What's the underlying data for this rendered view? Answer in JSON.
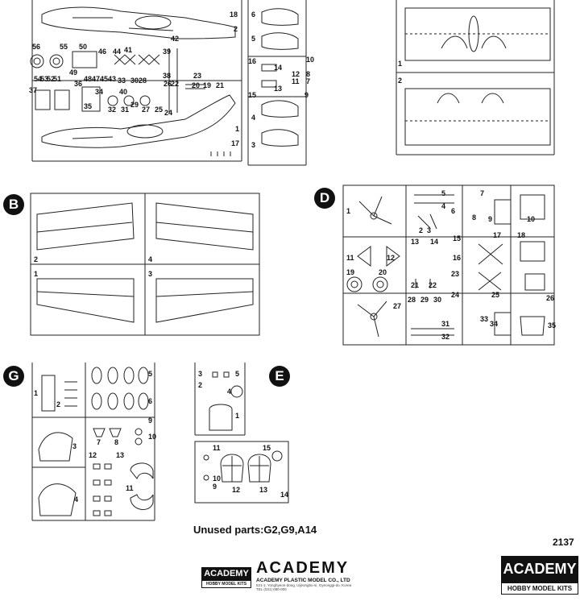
{
  "sprues": {
    "top_left": {
      "labels": [
        "18",
        "2",
        "6",
        "5",
        "10",
        "16",
        "14",
        "8",
        "12",
        "11",
        "7",
        "13",
        "15",
        "9",
        "4",
        "1",
        "17",
        "3",
        "42",
        "56",
        "55",
        "50",
        "46",
        "44",
        "41",
        "39",
        "54",
        "53",
        "52",
        "51",
        "49",
        "48",
        "47",
        "45",
        "43",
        "33",
        "38",
        "37",
        "36",
        "40",
        "30",
        "28",
        "22",
        "26",
        "23",
        "21",
        "20",
        "19",
        "35",
        "32",
        "31",
        "29",
        "27",
        "25",
        "24",
        "34"
      ]
    },
    "top_right": {
      "labels": [
        "1",
        "2"
      ]
    },
    "B": {
      "letter": "B",
      "labels": [
        "2",
        "4",
        "1",
        "3"
      ]
    },
    "D": {
      "letter": "D",
      "labels": [
        "1",
        "5",
        "4",
        "3",
        "2",
        "7",
        "6",
        "8",
        "9",
        "10",
        "11",
        "12",
        "13",
        "14",
        "15",
        "16",
        "17",
        "18",
        "19",
        "20",
        "21",
        "22",
        "23",
        "24",
        "25",
        "26",
        "27",
        "28",
        "29",
        "30",
        "31",
        "32",
        "33",
        "34",
        "35"
      ]
    },
    "G": {
      "letter": "G",
      "labels": [
        "1",
        "2",
        "5",
        "6",
        "3",
        "9",
        "10",
        "7",
        "8",
        "4",
        "12",
        "13",
        "11"
      ]
    },
    "E": {
      "letter": "E",
      "labels": [
        "3",
        "5",
        "2",
        "4",
        "1",
        "11",
        "15",
        "10",
        "9",
        "12",
        "13",
        "14"
      ]
    }
  },
  "footer": {
    "unused_parts": "Unused parts:G2,G9,A14",
    "kit_code": "2137",
    "logo_small_top": "ACADEMY",
    "logo_small_bottom": "HOBBY MODEL KITS",
    "brand_name": "ACADEMY",
    "brand_company": "ACADEMY PLASTIC MODEL CO., LTD",
    "brand_address": "521-1, Yonghyeon-dong, Uijeongbu-si, Gyeonggi-do, Korea",
    "brand_phone": "TEL (031) 080-000",
    "logo_large_top": "ACADEMY",
    "logo_large_bottom": "HOBBY MODEL KITS"
  }
}
